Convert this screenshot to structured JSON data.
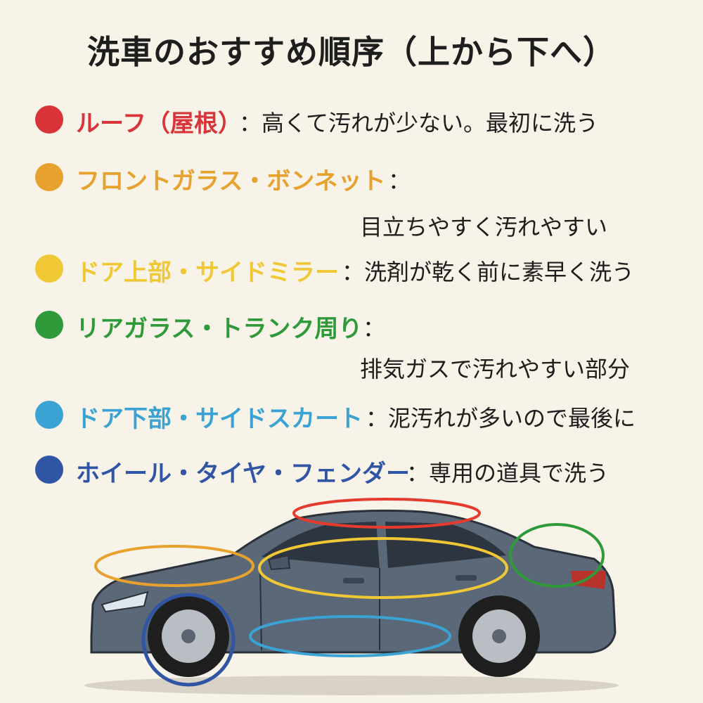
{
  "title": "洗車のおすすめ順序（上から下へ）",
  "steps": [
    {
      "color": "#d9343a",
      "label": "ルーフ（屋根）",
      "desc_inline": "：高くて汚れが少ない。最初に洗う",
      "desc_wrap": ""
    },
    {
      "color": "#e7a12f",
      "label": "フロントガラス・ボンネット",
      "desc_inline": "：",
      "desc_wrap": "目立ちやすく汚れやすい"
    },
    {
      "color": "#f0c835",
      "label": "ドア上部・サイドミラー",
      "desc_inline": "：洗剤が乾く前に素早く洗う",
      "desc_wrap": ""
    },
    {
      "color": "#2f9a3a",
      "label": "リアガラス・トランク周り",
      "desc_inline": "：",
      "desc_wrap": "排気ガスで汚れやすい部分"
    },
    {
      "color": "#3aa3d3",
      "label": "ドア下部・サイドスカート",
      "desc_inline": "：泥汚れが多いので最後に",
      "desc_wrap": ""
    },
    {
      "color": "#2f55a4",
      "label": "ホイール・タイヤ・フェンダー",
      "desc_inline": "：専用の道具で洗う",
      "desc_wrap": ""
    }
  ],
  "car": {
    "body_color": "#5b6878",
    "window_color": "#2d3540",
    "wheel_color": "#1f1f1f",
    "rim_color": "#b9bec4",
    "highlight_colors": [
      "#e53a2e",
      "#e7a12f",
      "#f0c835",
      "#2f9a3a",
      "#3aa3d3",
      "#2f55a4"
    ]
  }
}
